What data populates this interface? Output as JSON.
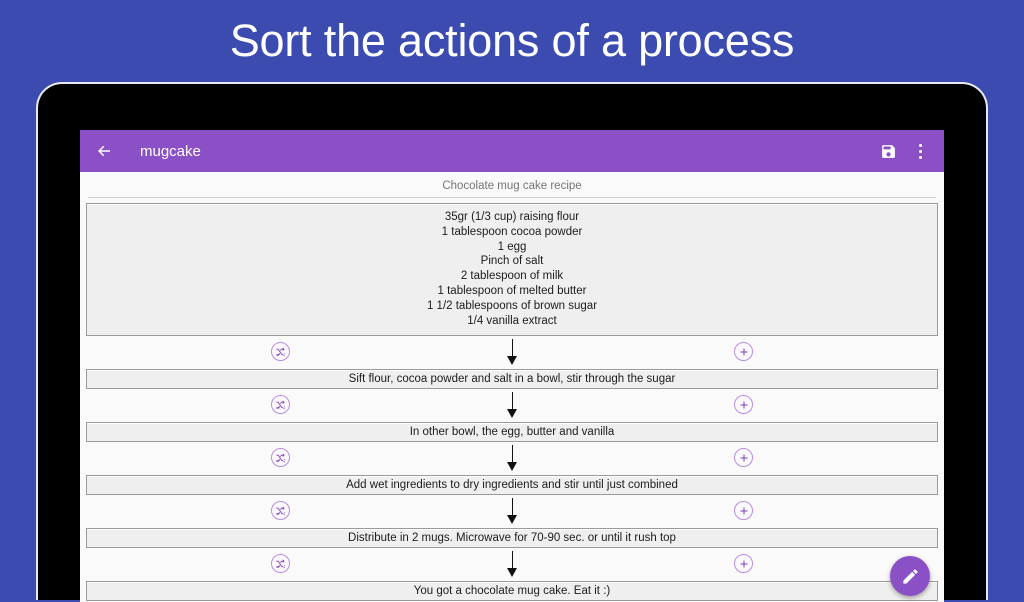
{
  "promo": {
    "headline": "Sort the actions of a process",
    "background_color": "#3b4bb0",
    "text_color": "#ffffff"
  },
  "app": {
    "accent_color": "#8b4fc6",
    "appbar": {
      "back_icon": "back-arrow-icon",
      "title": "mugcake",
      "actions": [
        {
          "icon": "save-icon",
          "label": "Save"
        },
        {
          "icon": "overflow-menu-icon",
          "label": "More options"
        }
      ]
    },
    "content": {
      "recipe_title": "Chocolate mug cake recipe",
      "ingredients": [
        "35gr (1/3 cup) raising flour",
        "1 tablespoon cocoa powder",
        "1 egg",
        "Pinch of salt",
        "2 tablespoon of milk",
        "1 tablespoon of melted butter",
        "1 1/2 tablespoons of brown sugar",
        "1/4 vanilla extract"
      ],
      "steps": [
        "Sift flour, cocoa powder and salt in a bowl, stir through the sugar",
        "In other bowl, the egg, butter and vanilla",
        "Add wet ingredients to dry ingredients and stir until just combined",
        "Distribute in 2 mugs. Microwave for 70-90 sec. or until it rush top",
        "You got a chocolate mug cake. Eat it :)"
      ],
      "connector": {
        "shuffle_icon": "shuffle-icon",
        "add_icon": "add-circle-icon",
        "arrow_icon": "down-arrow-icon",
        "icon_color": "#8b4fc6"
      }
    },
    "fab": {
      "icon": "edit-pencil-icon",
      "label": "Edit",
      "color": "#8b4fc6"
    }
  }
}
